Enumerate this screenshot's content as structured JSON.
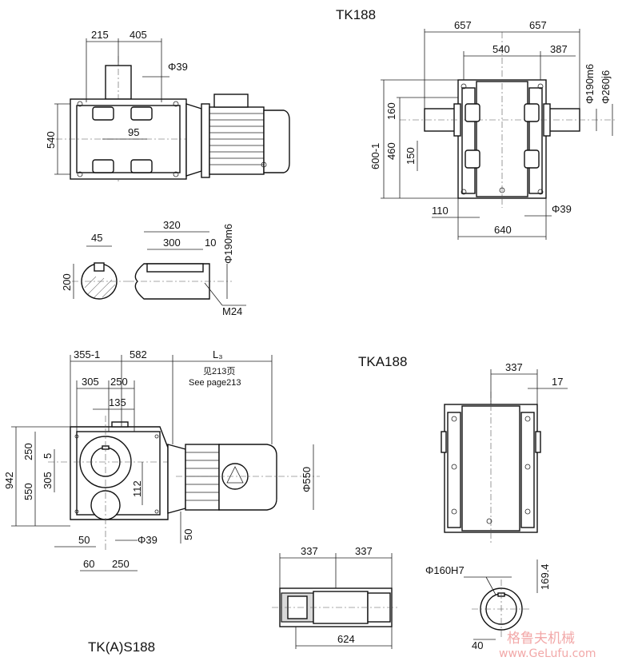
{
  "titles": {
    "tk": "TK188",
    "tka": "TKA188",
    "tks": "TK(A)S188"
  },
  "dims": {
    "d215": "215",
    "d405": "405",
    "phi39a": "Φ39",
    "d540a": "540",
    "d95": "95",
    "d657a": "657",
    "d657b": "657",
    "d540b": "540",
    "d387": "387",
    "phi190a": "Φ190m6",
    "phi260": "Φ260j6",
    "d160": "160",
    "d600": "600-1",
    "d460": "460",
    "d150": "150",
    "d110": "110",
    "phi39b": "Φ39",
    "d640": "640",
    "d45": "45",
    "d200": "200",
    "d320": "320",
    "d300": "300",
    "d10": "10",
    "phi190b": "Φ190m6",
    "m24": "M24",
    "d355": "355-1",
    "d582": "582",
    "l3": "L₃",
    "see_cn": "见213页",
    "see_en": "See page213",
    "d305a": "305",
    "d250a": "250",
    "d135": "135",
    "d250b": "250",
    "d5": "5",
    "d942": "942",
    "d305b": "305",
    "d550": "550",
    "d112": "112",
    "phi550": "Φ550",
    "d50a": "50",
    "phi39c": "Φ39",
    "d50b": "50",
    "d60": "60",
    "d250c": "250",
    "d337a": "337",
    "d17": "17",
    "d337b": "337",
    "d337c": "337",
    "d624": "624",
    "phi160": "Φ160H7",
    "d169": "169.4",
    "d40": "40"
  },
  "watermark": {
    "cn": "格鲁夫机械",
    "url": "www.GeLufu.com"
  }
}
